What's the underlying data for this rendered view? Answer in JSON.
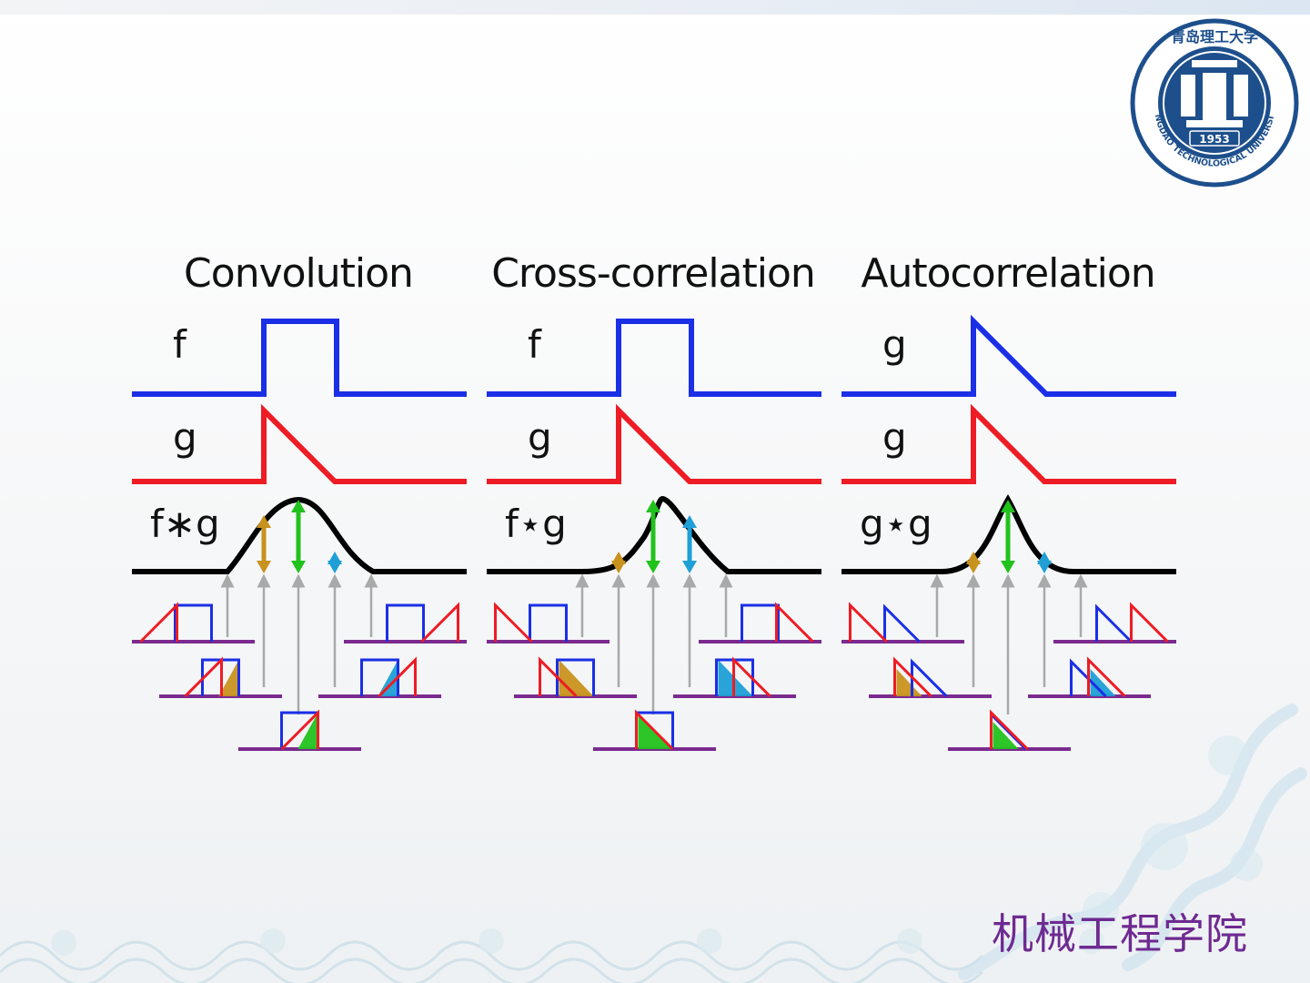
{
  "slide": {
    "school_name": "机械工程学院",
    "logo": {
      "icon": "university-seal-icon",
      "year": "1953",
      "ring_text": "QINGDAO TECHNOLOGICAL UNIVERSITY",
      "chinese_name": "青岛理工大学"
    }
  },
  "columns": [
    {
      "title": "Convolution",
      "row1_label": "f",
      "row2_label": "g",
      "row3_label": "f∗g"
    },
    {
      "title": "Cross-correlation",
      "row1_label": "f",
      "row2_label": "g",
      "row3_label": "f⋆g"
    },
    {
      "title": "Autocorrelation",
      "row1_label": "g",
      "row2_label": "g",
      "row3_label": "g⋆g"
    }
  ],
  "colors": {
    "f": "#1a2fe6",
    "g": "#ee1c24",
    "result": "#000000",
    "overlap_baseline": "#7b2a8f",
    "arrow_gold": "#c8921e",
    "arrow_green": "#22c21c",
    "arrow_blue": "#1f9fd6",
    "arrow_gray": "#a9a9a9",
    "school_text": "#6e2a91"
  }
}
